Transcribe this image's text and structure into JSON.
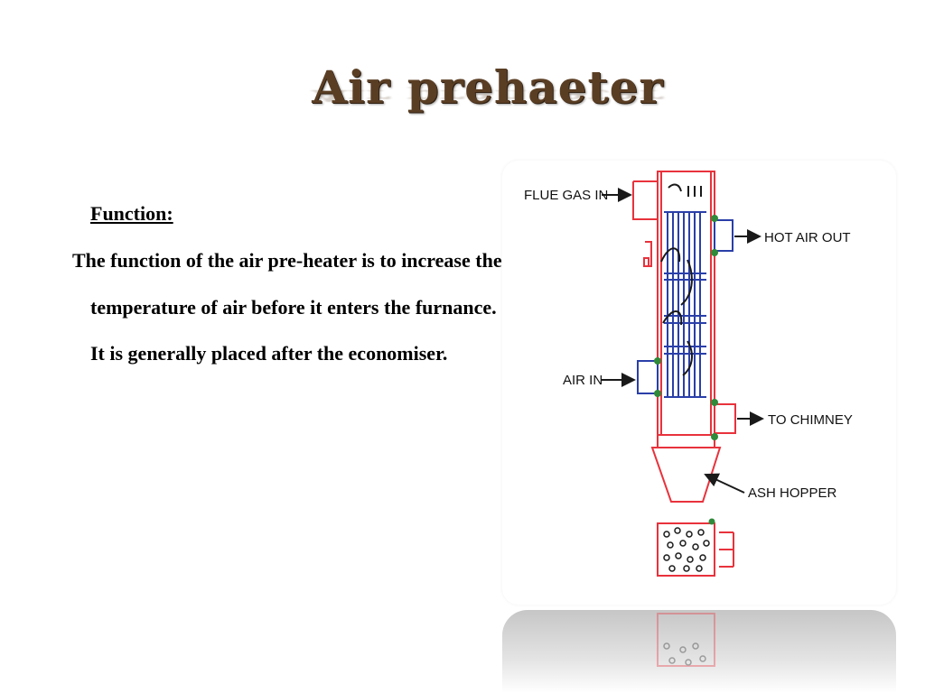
{
  "slide": {
    "title": "Air prehaeter",
    "heading": "Function:",
    "paragraph": "The function of the air pre-heater is to increase the temperature of air before it enters the furnance. It is generally placed after the economiser."
  },
  "diagram": {
    "labels": {
      "flue_gas_in": "FLUE GAS IN",
      "hot_air_out": "HOT AIR OUT",
      "air_in": "AIR IN",
      "to_chimney": "TO CHIMNEY",
      "ash_hopper": "ASH HOPPER"
    },
    "colors": {
      "gas_path": "#e8323c",
      "air_path": "#2a3fa8",
      "arrow": "#1a1a1a"
    }
  }
}
